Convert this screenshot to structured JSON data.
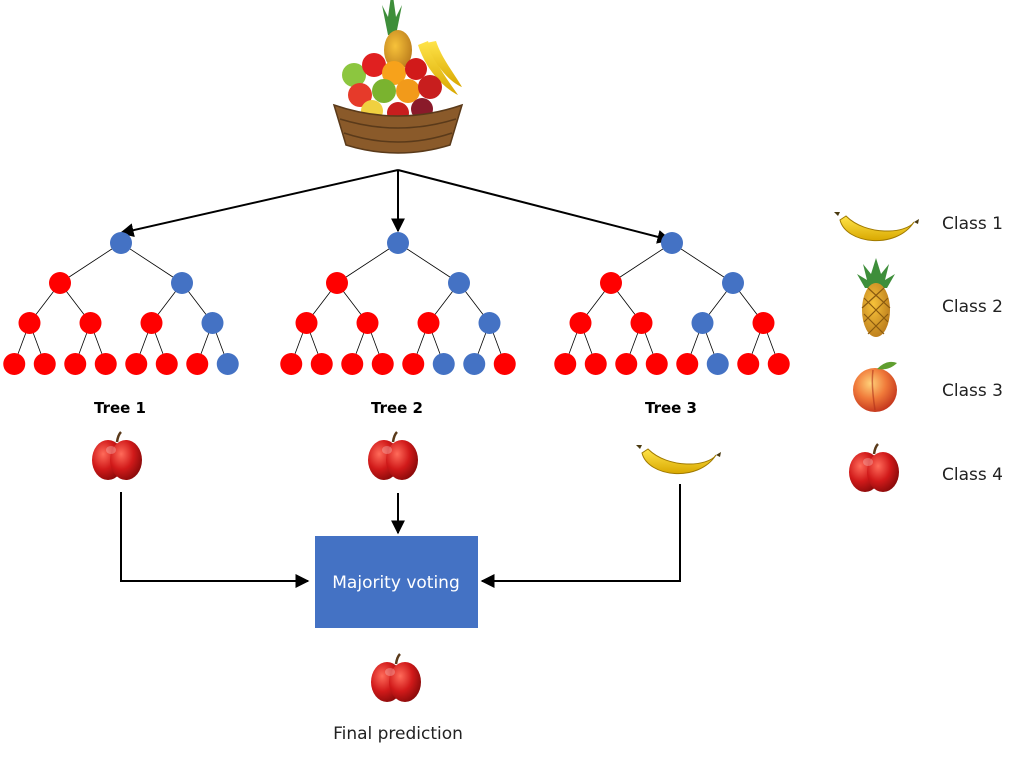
{
  "colors": {
    "red_node": "#ff0000",
    "blue_node": "#4472c4",
    "voting_box": "#4472c4",
    "edge": "#000000"
  },
  "trees": [
    {
      "label": "Tree 1",
      "prediction_icon": "apple-icon",
      "levels": [
        [
          "B"
        ],
        [
          "R",
          "B"
        ],
        [
          "R",
          "R",
          "R",
          "B"
        ],
        [
          "R",
          "R",
          "R",
          "R",
          "R",
          "R",
          "R",
          "B"
        ]
      ]
    },
    {
      "label": "Tree 2",
      "prediction_icon": "apple-icon",
      "levels": [
        [
          "B"
        ],
        [
          "R",
          "B"
        ],
        [
          "R",
          "R",
          "R",
          "B"
        ],
        [
          "R",
          "R",
          "R",
          "R",
          "R",
          "B",
          "B",
          "R"
        ]
      ]
    },
    {
      "label": "Tree 3",
      "prediction_icon": "banana-icon",
      "levels": [
        [
          "B"
        ],
        [
          "R",
          "B"
        ],
        [
          "R",
          "R",
          "B",
          "R"
        ],
        [
          "R",
          "R",
          "R",
          "R",
          "R",
          "B",
          "R",
          "R"
        ]
      ]
    }
  ],
  "legend": [
    {
      "icon": "banana-icon",
      "label": "Class 1"
    },
    {
      "icon": "pineapple-icon",
      "label": "Class 2"
    },
    {
      "icon": "peach-icon",
      "label": "Class 3"
    },
    {
      "icon": "apple-icon",
      "label": "Class 4"
    }
  ],
  "voting": {
    "label": "Majority voting"
  },
  "final": {
    "label": "Final prediction",
    "icon": "apple-icon"
  },
  "dataset_icon": "fruit-basket-icon"
}
